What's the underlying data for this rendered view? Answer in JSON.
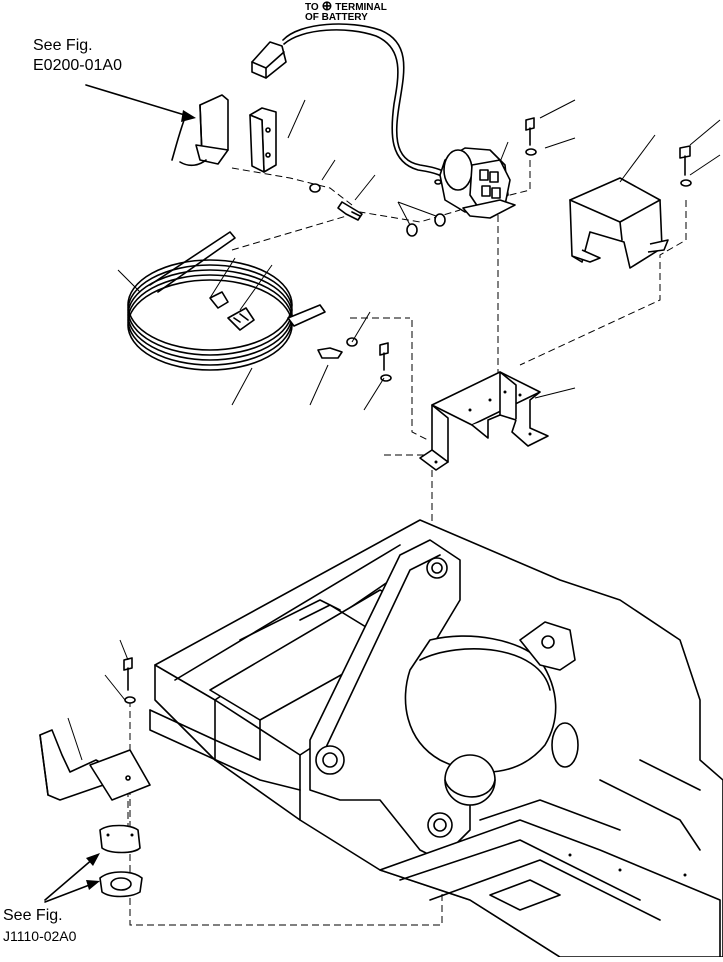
{
  "battery_note": {
    "line1": "TO",
    "line1_rest": "TERMINAL",
    "line2": "OF BATTERY",
    "symbol": "⊕"
  },
  "see_fig_top": {
    "line1": "See Fig.",
    "line2": "E0200-01A0"
  },
  "see_fig_bottom": {
    "line1": "See Fig.",
    "line2": "J1110-02A0"
  }
}
